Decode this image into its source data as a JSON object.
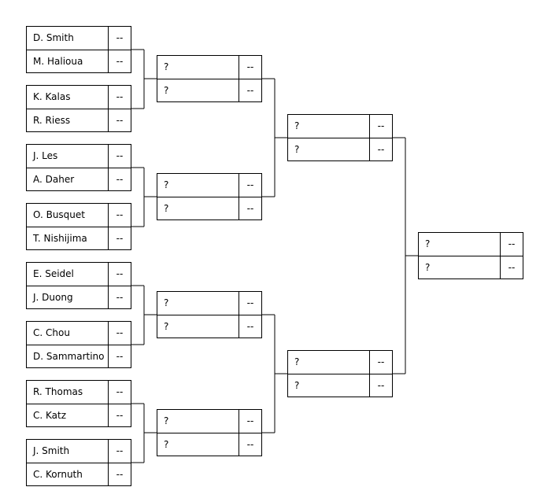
{
  "rounds": [
    {
      "matches": [
        {
          "slots": [
            {
              "name": "D. Smith",
              "score": "--"
            },
            {
              "name": "M. Halioua",
              "score": "--"
            }
          ]
        },
        {
          "slots": [
            {
              "name": "K. Kalas",
              "score": "--"
            },
            {
              "name": "R. Riess",
              "score": "--"
            }
          ]
        },
        {
          "slots": [
            {
              "name": "J. Les",
              "score": "--"
            },
            {
              "name": "A. Daher",
              "score": "--"
            }
          ]
        },
        {
          "slots": [
            {
              "name": "O. Busquet",
              "score": "--"
            },
            {
              "name": "T. Nishijima",
              "score": "--"
            }
          ]
        },
        {
          "slots": [
            {
              "name": "E. Seidel",
              "score": "--"
            },
            {
              "name": "J. Duong",
              "score": "--"
            }
          ]
        },
        {
          "slots": [
            {
              "name": "C. Chou",
              "score": "--"
            },
            {
              "name": "D. Sammartino",
              "score": "--"
            }
          ]
        },
        {
          "slots": [
            {
              "name": "R. Thomas",
              "score": "--"
            },
            {
              "name": "C. Katz",
              "score": "--"
            }
          ]
        },
        {
          "slots": [
            {
              "name": "J. Smith",
              "score": "--"
            },
            {
              "name": "C. Kornuth",
              "score": "--"
            }
          ]
        }
      ]
    },
    {
      "matches": [
        {
          "slots": [
            {
              "name": "?",
              "score": "--"
            },
            {
              "name": "?",
              "score": "--"
            }
          ]
        },
        {
          "slots": [
            {
              "name": "?",
              "score": "--"
            },
            {
              "name": "?",
              "score": "--"
            }
          ]
        },
        {
          "slots": [
            {
              "name": "?",
              "score": "--"
            },
            {
              "name": "?",
              "score": "--"
            }
          ]
        },
        {
          "slots": [
            {
              "name": "?",
              "score": "--"
            },
            {
              "name": "?",
              "score": "--"
            }
          ]
        }
      ]
    },
    {
      "matches": [
        {
          "slots": [
            {
              "name": "?",
              "score": "--"
            },
            {
              "name": "?",
              "score": "--"
            }
          ]
        },
        {
          "slots": [
            {
              "name": "?",
              "score": "--"
            },
            {
              "name": "?",
              "score": "--"
            }
          ]
        }
      ]
    },
    {
      "matches": [
        {
          "slots": [
            {
              "name": "?",
              "score": "--"
            },
            {
              "name": "?",
              "score": "--"
            }
          ]
        }
      ]
    }
  ]
}
